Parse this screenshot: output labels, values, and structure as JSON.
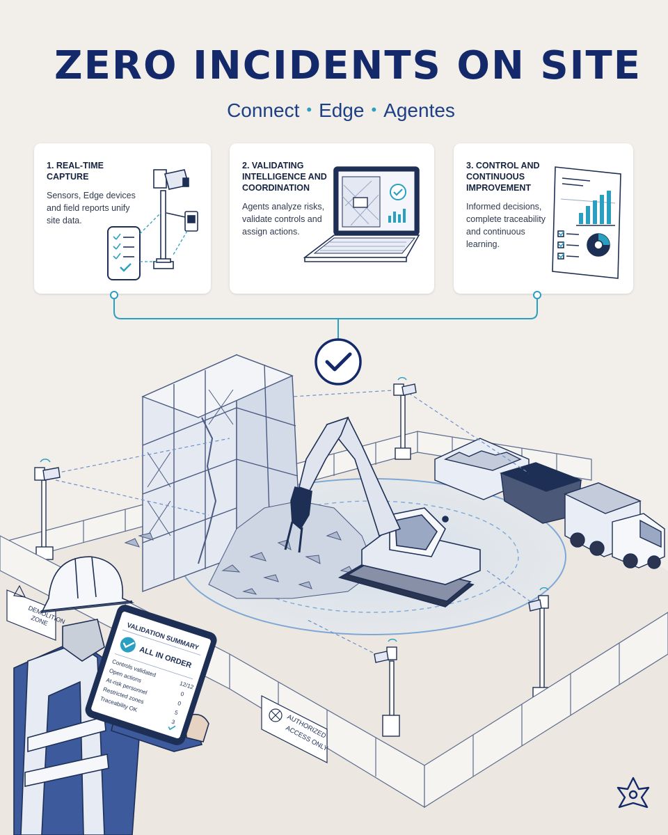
{
  "header": {
    "title": "ZERO INCIDENTS ON SITE",
    "subtitle": [
      "Connect",
      "Edge",
      "Agentes"
    ],
    "separator": "•"
  },
  "cards": [
    {
      "title": "1. REAL-TIME CAPTURE",
      "body": "Sensors, Edge devices and field reports unify site data."
    },
    {
      "title": "2. VALIDATING INTELLIGENCE AND COORDINATION",
      "body": "Agents analyze risks, validate controls and assign actions."
    },
    {
      "title": "3. CONTROL AND CONTINUOUS IMPROVEMENT",
      "body": "Informed decisions, complete traceability and continuous learning."
    }
  ],
  "tablet": {
    "header": "VALIDATION SUMMARY",
    "status": "ALL IN ORDER",
    "rows": [
      {
        "label": "Controls validated",
        "value": "12/12"
      },
      {
        "label": "Open actions",
        "value": "0"
      },
      {
        "label": "At-risk personnel",
        "value": "0"
      },
      {
        "label": "Restricted zones",
        "value": "5"
      },
      {
        "label": "Traceability OK",
        "value": "3"
      }
    ]
  },
  "signs": {
    "demolition": [
      "DEMOLITION",
      "ZONE"
    ],
    "authorized": [
      "AUTHORIZED",
      "ACCESS ONLY"
    ]
  },
  "colors": {
    "navy": "#13296a",
    "accent": "#2a9fc0",
    "background": "#f2eeea",
    "line": "#6b7fa8"
  }
}
